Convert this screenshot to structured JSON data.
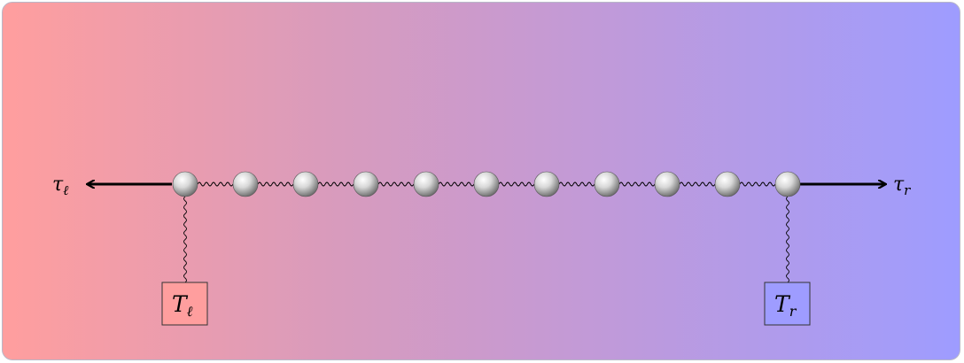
{
  "labels": {
    "tau_left": "τ",
    "tau_left_sub": "ℓ",
    "tau_right": "τ",
    "tau_right_sub": "r",
    "bath_left": "T",
    "bath_left_sub": "ℓ",
    "bath_right": "T",
    "bath_right_sub": "r"
  },
  "chain": {
    "mass_count": 11
  },
  "colors": {
    "gradient_left": "#ff9e9e",
    "gradient_right": "#9e9cff",
    "bath_left_fill": "#ff9e9e",
    "bath_right_fill": "#9e9cff",
    "arrow": "#000000"
  }
}
